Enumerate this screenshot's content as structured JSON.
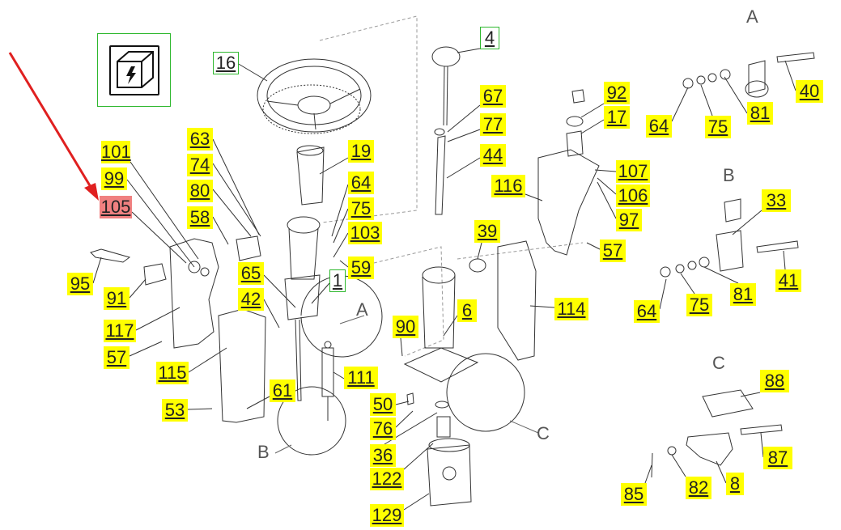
{
  "diagram": {
    "highlight_color": "#ffff00",
    "selected_color": "#f08080",
    "callout_frame_color": "#2eb82e",
    "arrow_color": "#e02020",
    "electrical_button_icon": "electrical-box-icon",
    "selected_part": "105",
    "parts": [
      "101",
      "99",
      "105",
      "95",
      "91",
      "117",
      "57",
      "115",
      "53",
      "63",
      "74",
      "80",
      "58",
      "65",
      "42",
      "61",
      "16",
      "19",
      "64",
      "75",
      "103",
      "59",
      "1",
      "111",
      "4",
      "67",
      "77",
      "44",
      "39",
      "6",
      "90",
      "50",
      "76",
      "36",
      "122",
      "129",
      "92",
      "17",
      "116",
      "107",
      "106",
      "97",
      "57",
      "114",
      "40",
      "81",
      "64",
      "75",
      "33",
      "41",
      "81",
      "64",
      "75",
      "88",
      "87",
      "85",
      "82",
      "8"
    ],
    "section_labels": [
      "A",
      "B",
      "C",
      "A",
      "B",
      "C"
    ]
  }
}
